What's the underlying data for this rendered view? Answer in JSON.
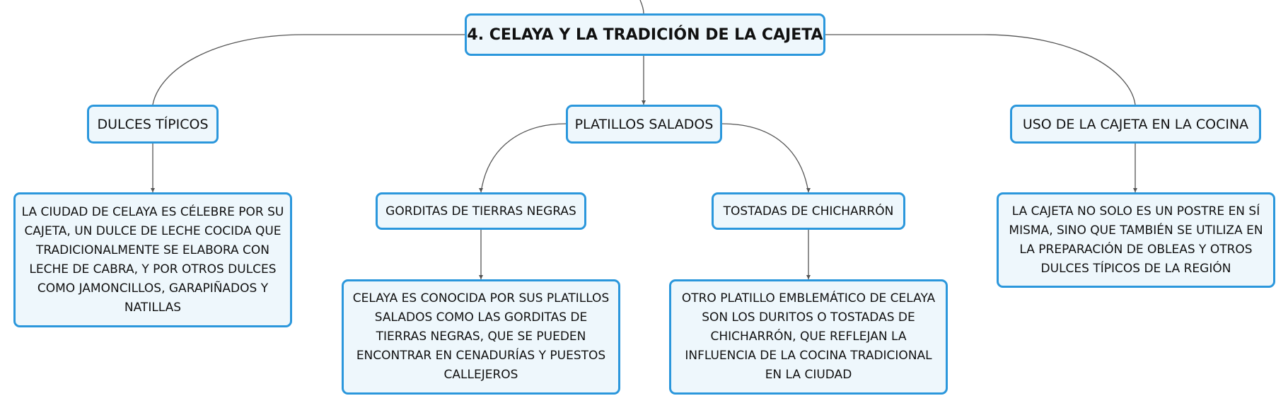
{
  "diagram": {
    "root": "4. CELAYA Y LA TRADICIÓN DE LA CAJETA",
    "branches": {
      "dulces": {
        "label": "DULCES TÍPICOS",
        "description": "LA CIUDAD DE CELAYA ES CÉLEBRE POR SU CAJETA, UN DULCE DE LECHE COCIDA QUE TRADICIONALMENTE SE ELABORA CON LECHE DE CABRA, Y POR OTROS DULCES COMO JAMONCILLOS, GARAPIÑADOS Y NATILLAS"
      },
      "platillos": {
        "label": "PLATILLOS SALADOS",
        "children": {
          "gorditas": {
            "label": "GORDITAS DE TIERRAS NEGRAS",
            "description": "CELAYA ES CONOCIDA POR SUS PLATILLOS SALADOS COMO LAS GORDITAS DE TIERRAS NEGRAS, QUE SE PUEDEN ENCONTRAR EN CENADURÍAS Y PUESTOS CALLEJEROS"
          },
          "tostadas": {
            "label": "TOSTADAS DE CHICHARRÓN",
            "description": "OTRO PLATILLO EMBLEMÁTICO DE CELAYA SON LOS DURITOS O TOSTADAS DE CHICHARRÓN, QUE REFLEJAN LA INFLUENCIA DE LA COCINA TRADICIONAL EN LA CIUDAD"
          }
        }
      },
      "uso": {
        "label": "USO DE LA CAJETA EN LA COCINA",
        "description": "LA CAJETA NO SOLO ES UN POSTRE EN SÍ MISMA, SINO QUE TAMBIÉN SE UTILIZA EN LA PREPARACIÓN DE OBLEAS Y OTROS DULCES TÍPICOS DE LA REGIÓN"
      }
    }
  },
  "colors": {
    "node_border": "#2b97dc",
    "node_fill": "#eef7fc",
    "connector": "#555555"
  }
}
